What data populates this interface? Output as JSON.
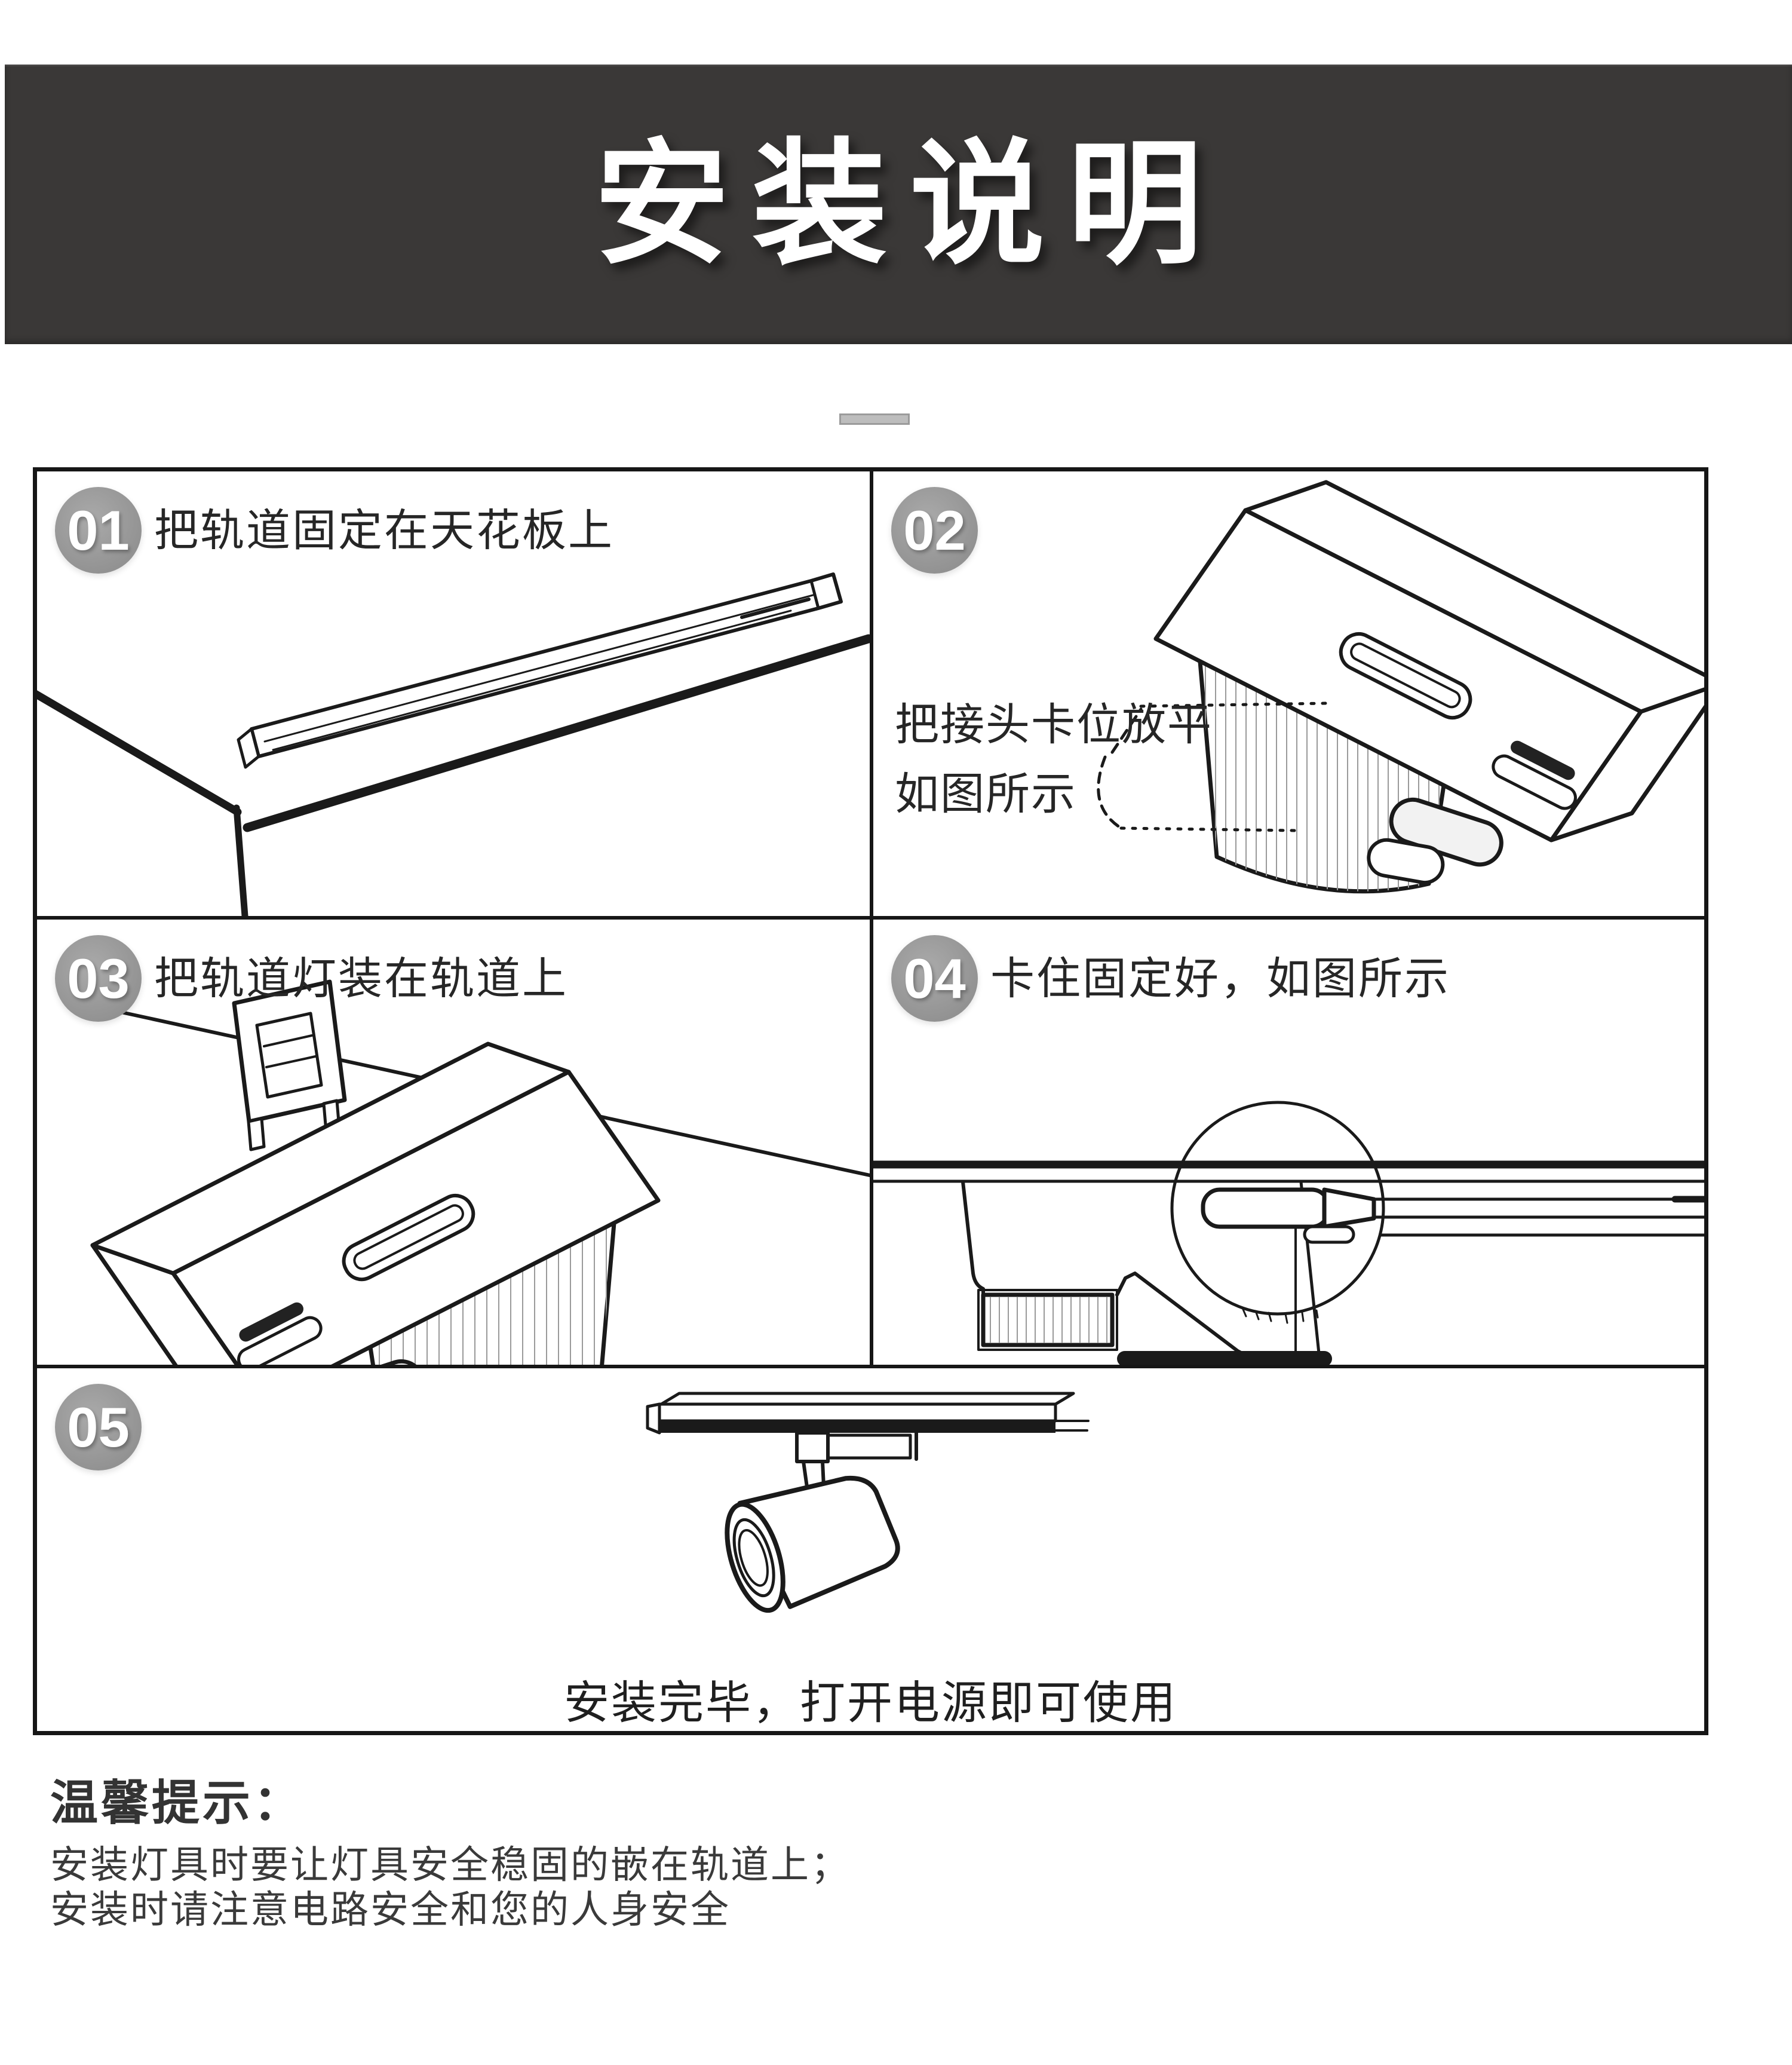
{
  "banner": {
    "title": "安装说明",
    "bg": "#3a3837",
    "text_color": "#ffffff"
  },
  "steps": [
    {
      "num": "01",
      "label": "把轨道固定在天花板上"
    },
    {
      "num": "02",
      "label": "",
      "note": [
        "把接头卡位放平",
        "如图所示"
      ]
    },
    {
      "num": "03",
      "label": "把轨道灯装在轨道上"
    },
    {
      "num": "04",
      "label": "卡住固定好，如图所示"
    },
    {
      "num": "05",
      "label": "",
      "caption": "安装完毕，打开电源即可使用"
    }
  ],
  "tips": {
    "title": "温馨提示：",
    "lines": [
      "安装灯具时要让灯具安全稳固的嵌在轨道上；",
      "安装时请注意电路安全和您的人身安全"
    ]
  },
  "colors": {
    "accent_circle": "#9b9b9b",
    "line": "#1a1a1a",
    "dash": "#bdbdbd"
  }
}
